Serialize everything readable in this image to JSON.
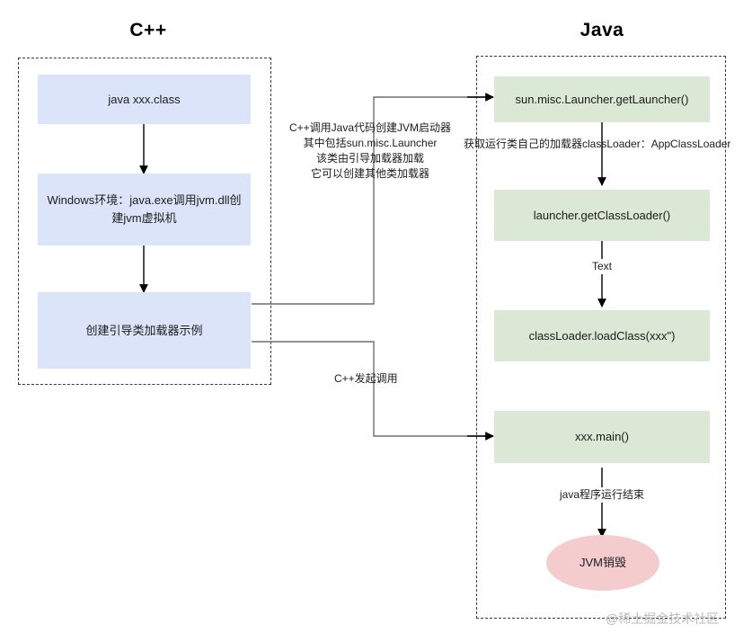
{
  "diagram": {
    "title_left": "C++",
    "title_right": "Java",
    "watermark": "@稀土掘金技术社区"
  },
  "cpp_lane": {
    "nodes": [
      {
        "id": "java-command",
        "label": "java xxx.class"
      },
      {
        "id": "windows-env",
        "label": "Windows环境：java.exe调用jvm.dll创建jvm虚拟机"
      },
      {
        "id": "bootstrap-loader",
        "label": "创建引导类加载器示例"
      }
    ]
  },
  "java_lane": {
    "nodes": [
      {
        "id": "get-launcher",
        "label": "sun.misc.Launcher.getLauncher()"
      },
      {
        "id": "get-classloader",
        "label": "launcher.getClassLoader()"
      },
      {
        "id": "load-class",
        "label": "classLoader.loadClass(xxx\")"
      },
      {
        "id": "main-method",
        "label": "xxx.main()"
      },
      {
        "id": "jvm-destroy",
        "label": "JVM销毁"
      }
    ]
  },
  "edges": {
    "cpp_to_launcher": "C++调用Java代码创建JVM启动器\n其中包括sun.misc.Launcher\n该类由引导加载器加载\n它可以创建其他类加载器",
    "get_classloader_note": "获取运行类自己的加载器classLoader：AppClassLoader",
    "text_label": "Text",
    "cpp_invoke": "C++发起调用",
    "java_finished": "java程序运行结束"
  },
  "colors": {
    "blue_fill": "#dbe4f8",
    "green_fill": "#dbe8d5",
    "pink_fill": "#f4ccce",
    "lane_border": "#3a3a3a",
    "arrow_stroke": "#000000",
    "connector_stroke": "#7b7b7b"
  }
}
